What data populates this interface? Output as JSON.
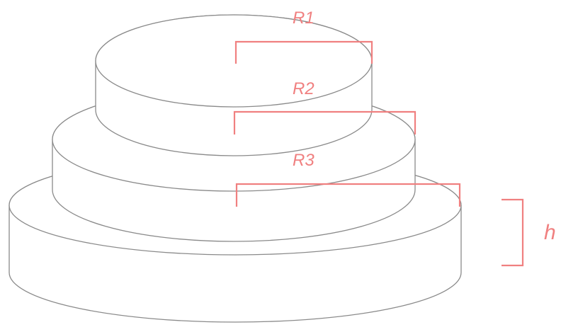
{
  "diagram": {
    "labels": {
      "r1": "R1",
      "r2": "R2",
      "r3": "R3",
      "h": "h"
    },
    "colors": {
      "outline": "#8a8a8a",
      "annotation": "#f08080",
      "background": "#ffffff"
    }
  }
}
